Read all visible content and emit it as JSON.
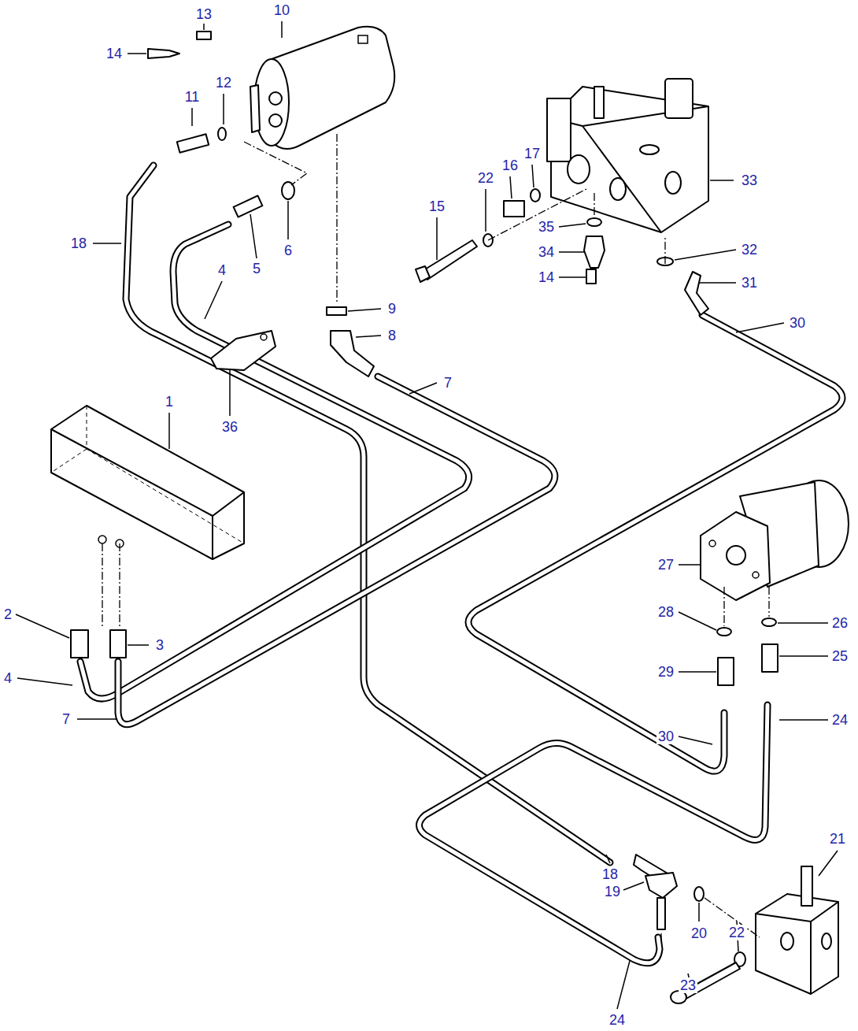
{
  "diagram": {
    "labels": [
      "13",
      "10",
      "14",
      "11",
      "12",
      "22",
      "16",
      "17",
      "33",
      "15",
      "35",
      "32",
      "34",
      "31",
      "14",
      "18",
      "5",
      "6",
      "4",
      "9",
      "8",
      "30",
      "7",
      "36",
      "1",
      "27",
      "28",
      "26",
      "2",
      "3",
      "25",
      "4",
      "29",
      "24",
      "7",
      "30",
      "18",
      "19",
      "20",
      "22",
      "21",
      "23",
      "24"
    ]
  }
}
